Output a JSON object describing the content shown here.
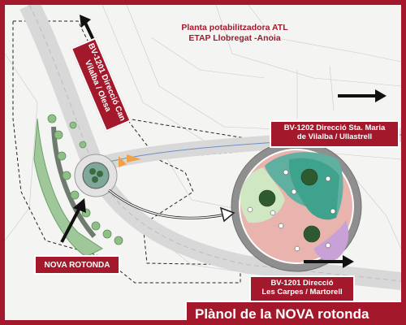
{
  "map": {
    "plant_line1": "Planta potabilitzadora ATL",
    "plant_line2": "ETAP Llobregat -Anoia",
    "road_bv1201_north": "BV-1201  Direcció Can Vilalba / Olesa",
    "road_bv1202_line1": "BV-1202  Direcció Sta. Maria",
    "road_bv1202_line2": "de Vilalba / Ullastrell",
    "roundabout_label": "NOVA ROTONDA",
    "road_bv1201_south_line1": "BV-1201  Direcció",
    "road_bv1201_south_line2": "Les Carpes / Martorell",
    "title": "Plànol de la NOVA rotonda"
  },
  "colors": {
    "brand": "#a3192b",
    "green_area": "#5fb0a0",
    "pink_area": "#e9b4ad",
    "purple_area": "#c8a2d6",
    "light_green": "#cfe7c2",
    "roundabout_ring": "#9a9a9a"
  }
}
